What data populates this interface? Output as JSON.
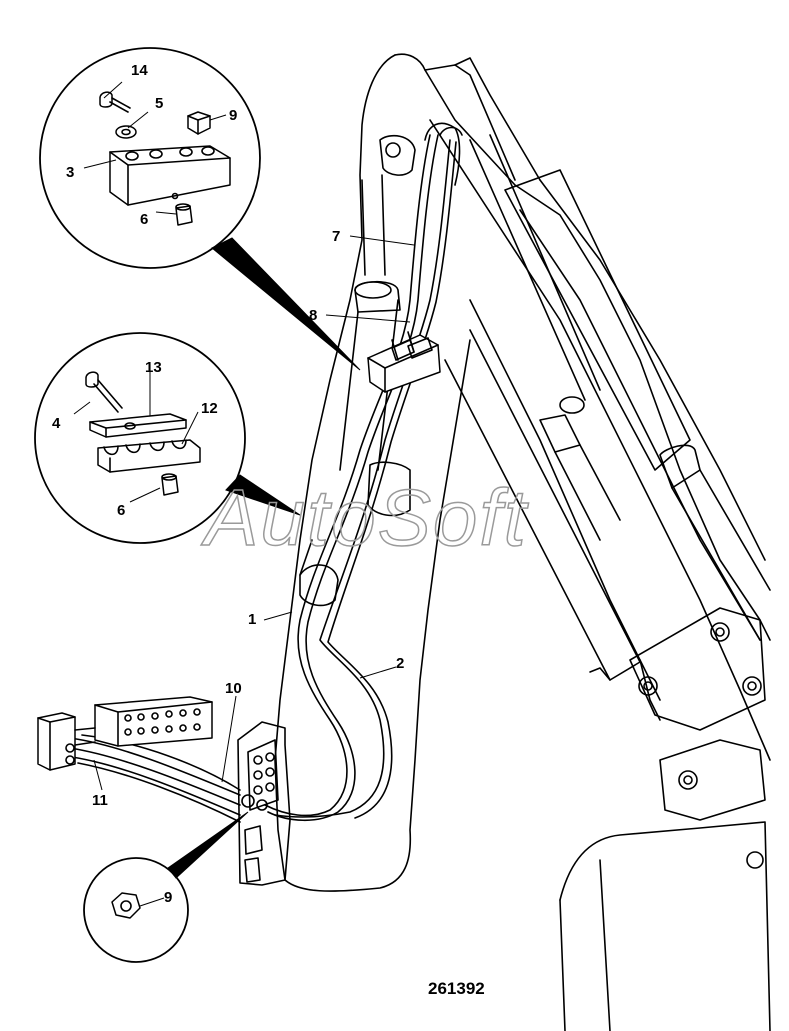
{
  "figure": {
    "drawing_number": "261392",
    "watermark": "AutoSoft"
  },
  "callouts": {
    "c1": "1",
    "c2": "2",
    "c3": "3",
    "c4": "4",
    "c5": "5",
    "c6_top": "6",
    "c6_mid": "6",
    "c7": "7",
    "c8": "8",
    "c9_top": "9",
    "c9_bottom": "9",
    "c10": "10",
    "c11": "11",
    "c12": "12",
    "c13": "13",
    "c14": "14"
  }
}
